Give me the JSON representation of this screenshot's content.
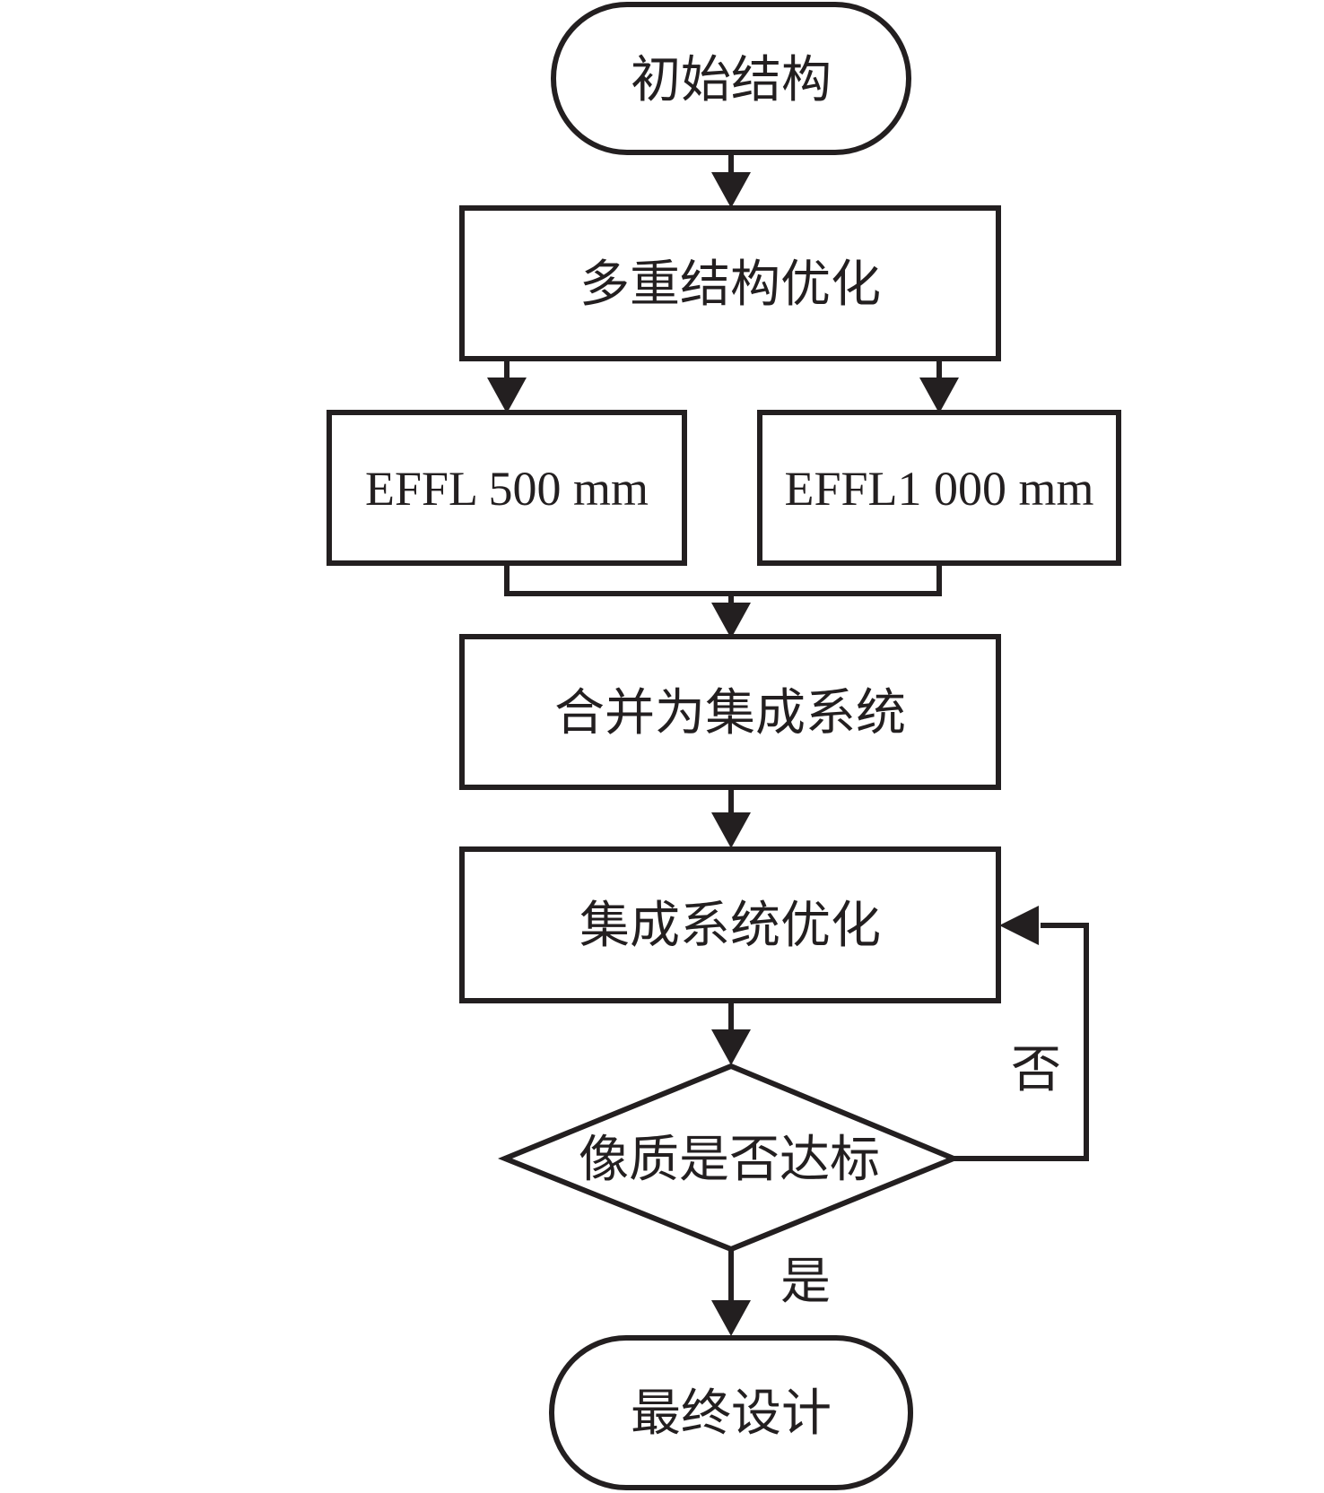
{
  "diagram": {
    "title": "optical design flowchart",
    "colors": {
      "stroke": "#231f20",
      "background": "#ffffff"
    },
    "nodes": {
      "start": {
        "type": "terminator",
        "label": "初始结构"
      },
      "multi": {
        "type": "process",
        "label": "多重结构优化"
      },
      "effl500": {
        "type": "process",
        "label": "EFFL 500 mm"
      },
      "effl1000": {
        "type": "process",
        "label": "EFFL1 000 mm"
      },
      "merge": {
        "type": "process",
        "label": "合并为集成系统"
      },
      "optimize": {
        "type": "process",
        "label": "集成系统优化"
      },
      "decision": {
        "type": "decision",
        "label": "像质是否达标"
      },
      "final": {
        "type": "terminator",
        "label": "最终设计"
      }
    },
    "edge_labels": {
      "yes": "是",
      "no": "否"
    }
  }
}
